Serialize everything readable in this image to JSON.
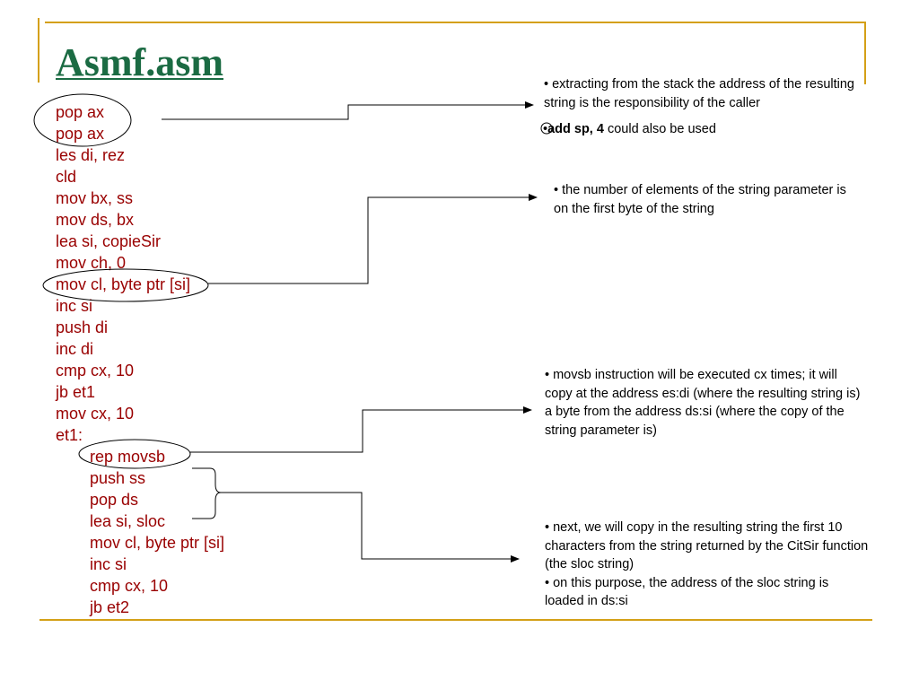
{
  "title": "Asmf.asm",
  "code_lines": [
    {
      "text": "pop ax",
      "indent": false
    },
    {
      "text": "pop ax",
      "indent": false
    },
    {
      "text": "les di, rez",
      "indent": false
    },
    {
      "text": "cld",
      "indent": false
    },
    {
      "text": "mov bx, ss",
      "indent": false
    },
    {
      "text": "mov ds, bx",
      "indent": false
    },
    {
      "text": "lea si, copieSir",
      "indent": false
    },
    {
      "text": "mov ch, 0",
      "indent": false
    },
    {
      "text": "mov cl, byte ptr [si]",
      "indent": false
    },
    {
      "text": "inc si",
      "indent": false
    },
    {
      "text": "push di",
      "indent": false
    },
    {
      "text": "inc di",
      "indent": false
    },
    {
      "text": "cmp cx, 10",
      "indent": false
    },
    {
      "text": "jb et1",
      "indent": false
    },
    {
      "text": "mov cx, 10",
      "indent": false
    },
    {
      "text": "et1:",
      "indent": false
    },
    {
      "text": "rep movsb",
      "indent": true
    },
    {
      "text": "push ss",
      "indent": true
    },
    {
      "text": "pop ds",
      "indent": true
    },
    {
      "text": "lea si, sloc",
      "indent": true
    },
    {
      "text": "mov cl, byte ptr [si]",
      "indent": true
    },
    {
      "text": "inc si",
      "indent": true
    },
    {
      "text": "cmp cx, 10",
      "indent": true
    },
    {
      "text": "jb et2",
      "indent": true
    }
  ],
  "notes": {
    "stack": "• extracting from the stack the address of the resulting string is the responsibility of the caller",
    "addsp_bullet": "•",
    "addsp_bold": "add sp, 4",
    "addsp_rest": " could also be used",
    "count": "• the number of elements of the string parameter is on the first byte of the string",
    "movsb": "• movsb instruction will be executed cx times; it will copy at the address es:di (where the resulting string is) a byte from the address ds:si (where the copy of the string parameter is)",
    "sloc_1": "• next, we will copy in the resulting string the first 10 characters from the string returned by the CitSir function (the sloc string)",
    "sloc_2": "• on this purpose, the address of the sloc string is loaded in ds:si"
  },
  "colors": {
    "title": "#1b6b43",
    "code": "#990000",
    "frame": "#d4a017",
    "lines": "#000000"
  }
}
